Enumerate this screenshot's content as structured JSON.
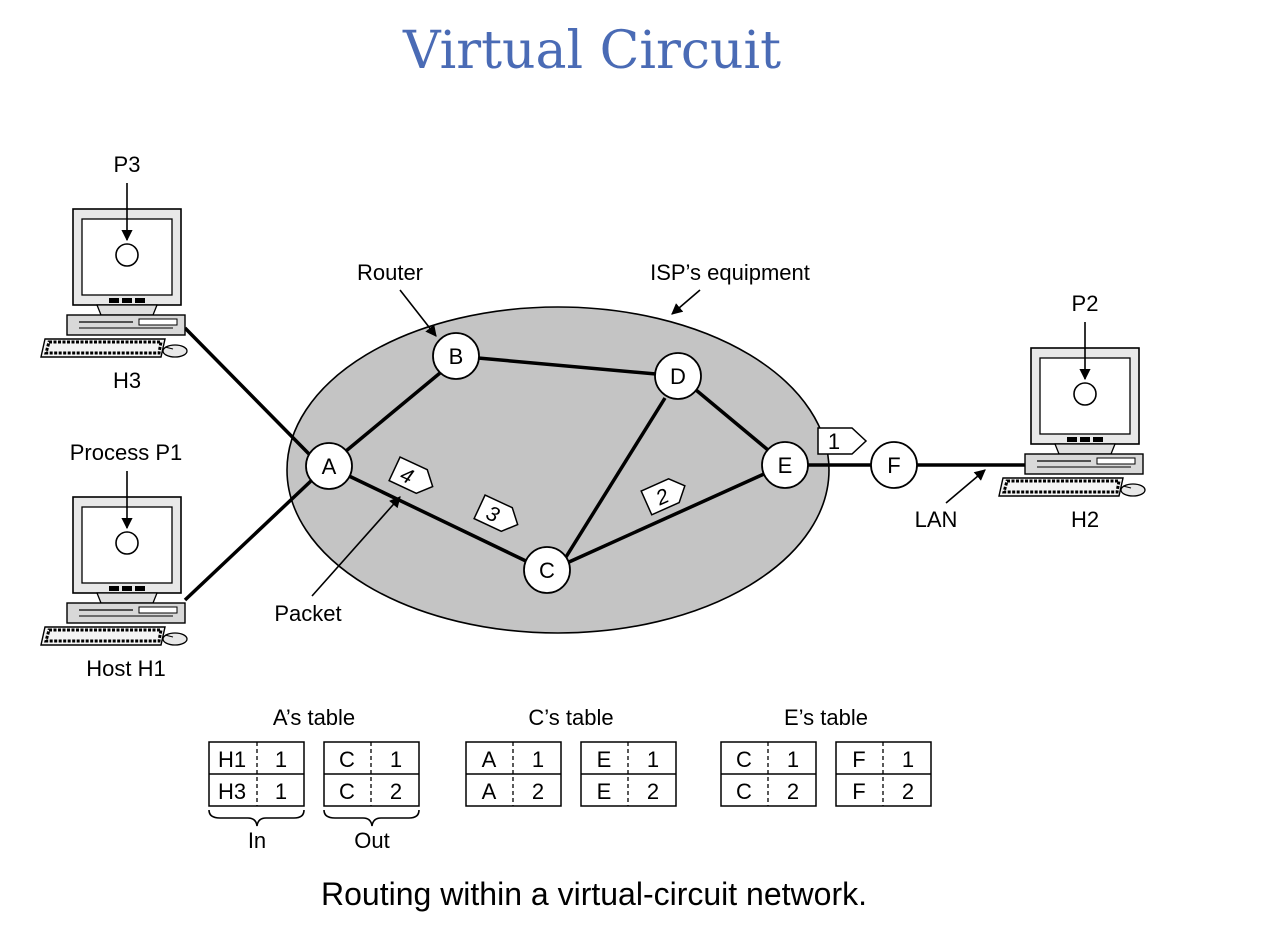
{
  "title": "Virtual Circuit",
  "caption": "Routing within a virtual-circuit network.",
  "labels": {
    "router": "Router",
    "isp": "ISP’s equipment",
    "packet": "Packet",
    "lan": "LAN"
  },
  "hosts": {
    "h3": {
      "name": "H3",
      "process": "P3"
    },
    "h1": {
      "name": "Host H1",
      "process": "Process P1"
    },
    "h2": {
      "name": "H2",
      "process": "P2"
    }
  },
  "routers": [
    "A",
    "B",
    "C",
    "D",
    "E",
    "F"
  ],
  "packets": [
    "1",
    "2",
    "3",
    "4"
  ],
  "tables": {
    "a": {
      "title": "A’s table",
      "in": [
        [
          "H1",
          "1"
        ],
        [
          "H3",
          "1"
        ]
      ],
      "out": [
        [
          "C",
          "1"
        ],
        [
          "C",
          "2"
        ]
      ],
      "in_label": "In",
      "out_label": "Out"
    },
    "c": {
      "title": "C’s table",
      "in": [
        [
          "A",
          "1"
        ],
        [
          "A",
          "2"
        ]
      ],
      "out": [
        [
          "E",
          "1"
        ],
        [
          "E",
          "2"
        ]
      ]
    },
    "e": {
      "title": "E’s table",
      "in": [
        [
          "C",
          "1"
        ],
        [
          "C",
          "2"
        ]
      ],
      "out": [
        [
          "F",
          "1"
        ],
        [
          "F",
          "2"
        ]
      ]
    }
  },
  "colors": {
    "title": "#4a6bb5",
    "isp_fill": "#c4c4c4",
    "node_fill": "#ffffff",
    "line": "#000000"
  }
}
